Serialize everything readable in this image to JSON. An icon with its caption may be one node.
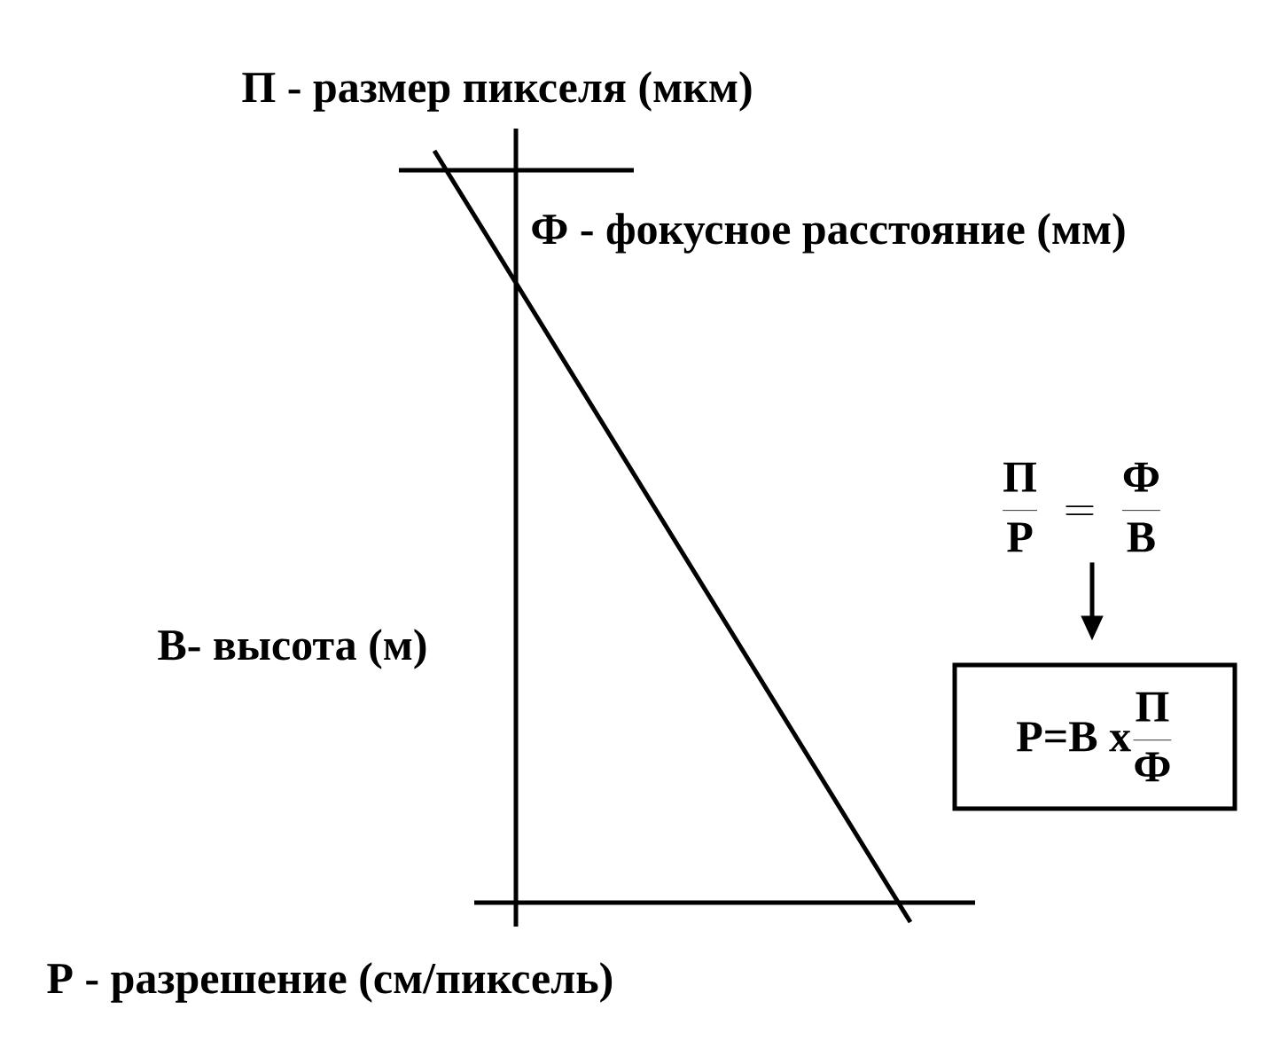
{
  "diagram": {
    "nodes": [
      {
        "text": [
          "\\frac{\\mbox{П}}{\\mbox{Р}}\\;=\\;\\frac{\\mbox{Ф}}{\\mbox{В}}"
        ]
      },
      {
        "text": [
          "\\mbox{Р=В x}\\frac{\\mbox{П}}{\\mbox{Ф}}"
        ]
      }
    ],
    "edges": [
      {
        "from": 0,
        "to": 1,
        "arrow": "to"
      }
    ],
    "labels": [
      "П - размер пикселя (мкм)",
      "Ф - фокусное расстояние (мм)",
      "В- высота (м)",
      "Р - разрешение (см/пиксель)"
    ]
  }
}
